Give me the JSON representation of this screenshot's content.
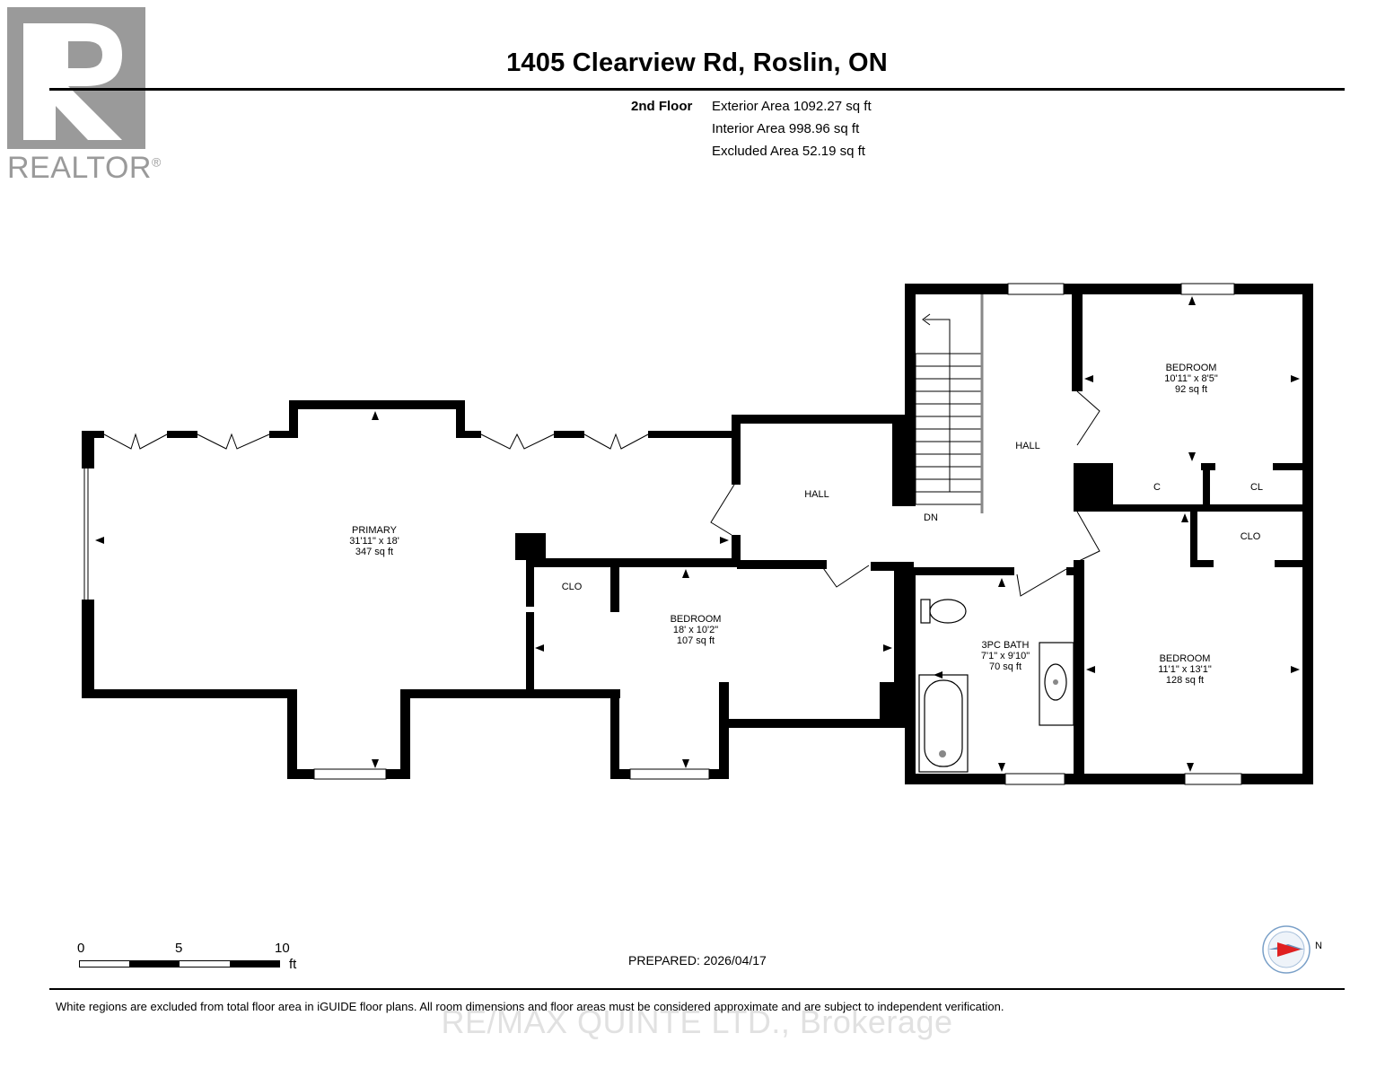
{
  "header": {
    "title": "1405 Clearview Rd, Roslin, ON",
    "floor_label": "2nd Floor",
    "areas": [
      "Exterior Area 1092.27 sq ft",
      "Interior Area 998.96 sq ft",
      "Excluded Area 52.19 sq ft"
    ]
  },
  "logo": {
    "text": "REALTOR",
    "mark": "®",
    "color": "#9a9a9a"
  },
  "rooms": [
    {
      "name": "PRIMARY",
      "dims": "31'11\" x 18'",
      "area": "347 sq ft"
    },
    {
      "name": "BEDROOM",
      "dims": "18' x 10'2\"",
      "area": "107 sq ft"
    },
    {
      "name": "BEDROOM",
      "dims": "10'11\" x 8'5\"",
      "area": "92 sq ft"
    },
    {
      "name": "BEDROOM",
      "dims": "11'1\" x 13'1\"",
      "area": "128 sq ft"
    },
    {
      "name": "3PC BATH",
      "dims": "7'1\" x 9'10\"",
      "area": "70 sq ft"
    }
  ],
  "small_labels": {
    "hall_left": "HALL",
    "hall_right": "HALL",
    "dn": "DN",
    "clo_left": "CLO",
    "clo_right": "CLO",
    "c": "C",
    "cl": "CL"
  },
  "scale": {
    "ticks": [
      "0",
      "5",
      "10"
    ],
    "unit": "ft"
  },
  "prepared": "PREPARED: 2026/04/17",
  "compass": {
    "label": "N",
    "icon": "compass-icon",
    "accent": "#e02020"
  },
  "disclaimer": "White regions are excluded from total floor area in iGUIDE floor plans. All room dimensions and floor areas must be considered approximate and are subject to independent verification.",
  "watermark": "RE/MAX QUINTE LTD., Brokerage"
}
